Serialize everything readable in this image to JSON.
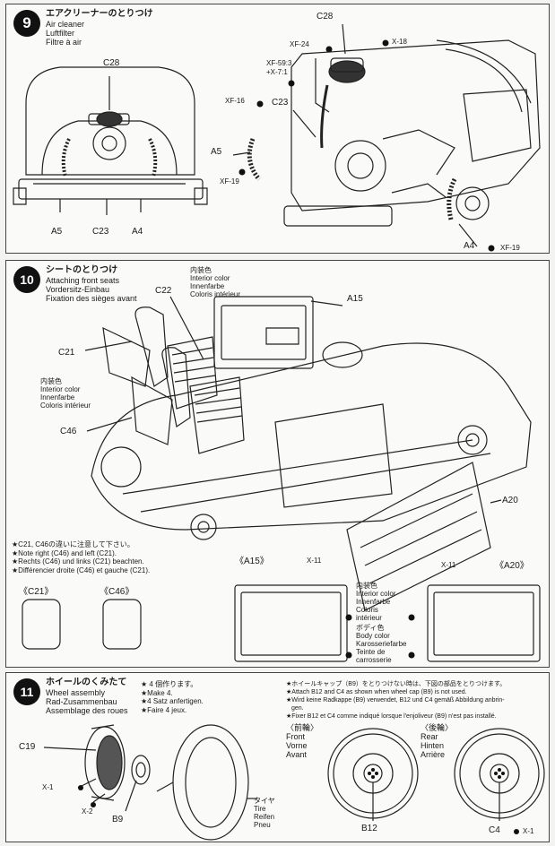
{
  "step9": {
    "number": "9",
    "title_jp": "エアクリーナーのとりつけ",
    "title_en": "Air cleaner",
    "title_de": "Luftfilter",
    "title_fr": "Filtre à air",
    "labels": {
      "c28_left": "C28",
      "a5_left": "A5",
      "c23_left": "C23",
      "a4_left": "A4",
      "c28_right": "C28",
      "xf24": "XF-24",
      "x18": "X-18",
      "xf59": "XF-59:3",
      "x7": "+X-7:1",
      "xf16": "XF-16",
      "c23_right": "C23",
      "a5_right": "A5",
      "xf19_left": "XF-19",
      "a4_right": "A4",
      "xf19_right": "XF-19"
    }
  },
  "step10": {
    "number": "10",
    "title_jp": "シートのとりつけ",
    "title_en": "Attaching front seats",
    "title_de": "Vordersitz-Einbau",
    "title_fr": "Fixation des sièges avant",
    "color_note_top": [
      "内装色",
      "Interior color",
      "Innenfarbe",
      "Coloris intérieur"
    ],
    "color_note_left": [
      "内装色",
      "Interior color",
      "Innenfarbe",
      "Coloris intérieur"
    ],
    "labels": {
      "c22": "C22",
      "a15": "A15",
      "c21": "C21",
      "c46": "C46",
      "a20": "A20"
    },
    "notes": [
      "★C21, C46の違いに注意して下さい。",
      "★Note right (C46) and left (C21).",
      "★Rechts (C46) und links (C21) beachten.",
      "★Différencier droite (C46) et gauche (C21)."
    ],
    "seat_labels": [
      "《C21》",
      "《C46》"
    ],
    "door_labels": [
      "《A15》",
      "《A20》"
    ],
    "x11_left": "X-11",
    "x11_right": "X-11",
    "door_colors": {
      "interior": [
        "内装色",
        "Interior color",
        "Innenfarbe",
        "Coloris",
        "intérieur"
      ],
      "body": [
        "ボディ色",
        "Body color",
        "Karosseriefarbe",
        "Teinte de",
        "carrosserie"
      ]
    }
  },
  "step11": {
    "number": "11",
    "title_jp": "ホイールのくみたて",
    "title_en": "Wheel assembly",
    "title_de": "Rad-Zusammenbau",
    "title_fr": "Assemblage des roues",
    "make_notes": [
      "★ 4 個作ります。",
      "★Make 4.",
      "★4 Satz anfertigen.",
      "★Faire 4 jeux."
    ],
    "cap_notes": [
      "★ホイールキャップ（B9）をとりつけない時は、下図の部品をとりつけます。",
      "★Attach B12 and C4 as shown when wheel cap (B9) is not used.",
      "★Wird keine Radkappe (B9) verwendet, B12 und C4 gemäß Abbildung anbrin-",
      "gen.",
      "★Fixer B12 et C4 comme indiqué lorsque l'enjoliveur (B9) n'est pas installé."
    ],
    "front": [
      "〈前輪〉",
      "Front",
      "Vorne",
      "Avant"
    ],
    "rear": [
      "〈後輪〉",
      "Rear",
      "Hinten",
      "Arrière"
    ],
    "tire": [
      "タイヤ",
      "Tire",
      "Reifen",
      "Pneu"
    ],
    "labels": {
      "c19": "C19",
      "x1_left": "X-1",
      "x2": "X-2",
      "b9": "B9",
      "b12": "B12",
      "c4": "C4",
      "x1_right": "X-1"
    }
  },
  "colors": {
    "ink": "#1a1a1a",
    "paper": "#fafaf8",
    "page": "#f3f3f1"
  }
}
